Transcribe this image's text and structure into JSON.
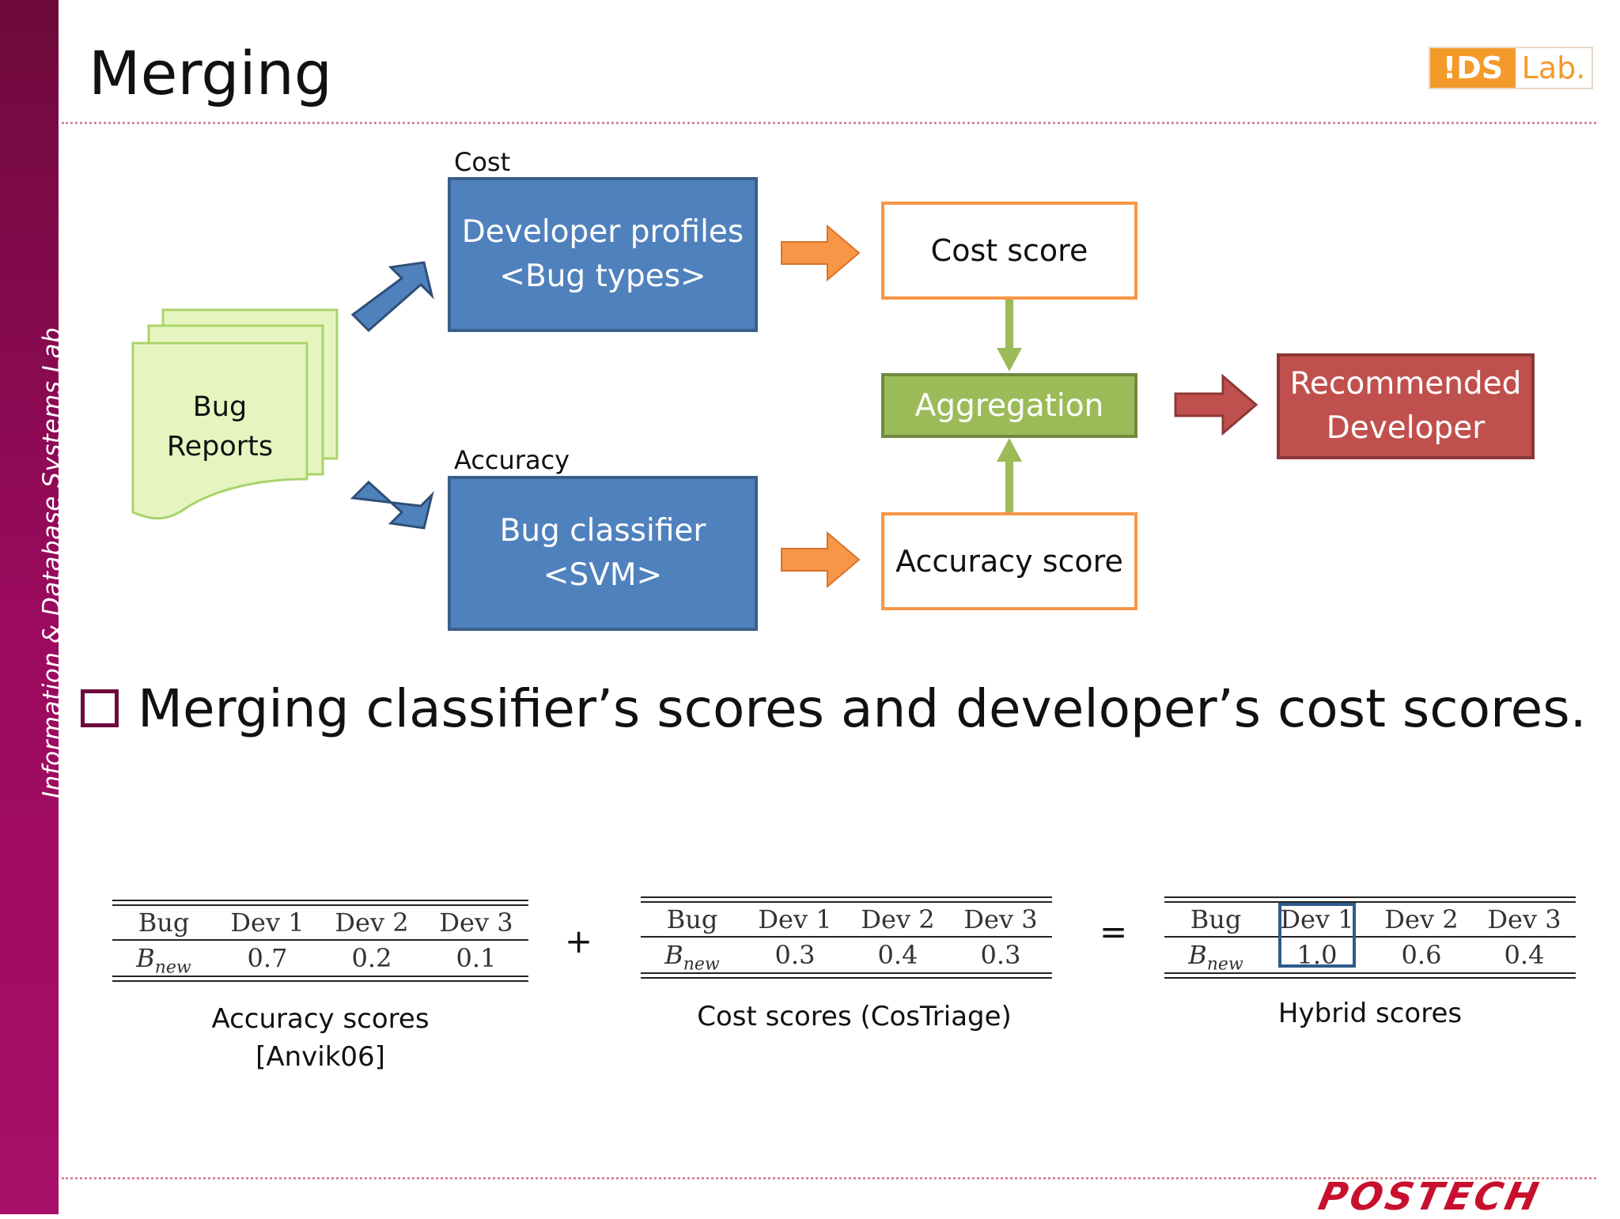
{
  "sidebar": {
    "text": "Information & Database Systems Lab"
  },
  "title": "Merging",
  "logo": {
    "ids": "!DS",
    "lab": "Lab."
  },
  "diagram": {
    "bug_reports": {
      "line1": "Bug",
      "line2": "Reports"
    },
    "cost_label": "Cost",
    "accuracy_label": "Accuracy",
    "developer_profiles": {
      "line1": "Developer profiles",
      "line2": "<Bug types>"
    },
    "bug_classifier": {
      "line1": "Bug classifier",
      "line2": "<SVM>"
    },
    "cost_score": "Cost score",
    "accuracy_score": "Accuracy score",
    "aggregation": "Aggregation",
    "recommended": {
      "line1": "Recommended",
      "line2": "Developer"
    },
    "colors": {
      "blue": "#4f81bd",
      "orange": "#f79646",
      "green": "#9bbb59",
      "red": "#c0504d",
      "doc": "#e6f5c0"
    }
  },
  "bullet": "Merging classifier’s scores and developer’s cost scores.",
  "tables": {
    "headers": [
      "Bug",
      "Dev 1",
      "Dev 2",
      "Dev 3"
    ],
    "row_label": "B",
    "row_subscript": "new",
    "accuracy": {
      "values": [
        "0.7",
        "0.2",
        "0.1"
      ],
      "caption_line1": "Accuracy scores",
      "caption_line2": "[Anvik06]"
    },
    "cost": {
      "values": [
        "0.3",
        "0.4",
        "0.3"
      ],
      "caption": "Cost scores (CosTriage)"
    },
    "hybrid": {
      "values": [
        "1.0",
        "0.6",
        "0.4"
      ],
      "caption": "Hybrid scores",
      "highlight_color": "#2e5c8a"
    }
  },
  "operators": {
    "plus": "+",
    "equals": "="
  },
  "footer": {
    "logo": "POSTECH"
  }
}
